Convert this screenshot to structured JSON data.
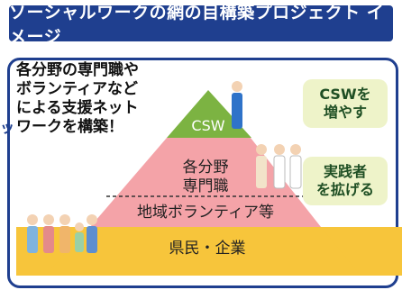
{
  "title": "ソーシャルワークの網の目構築プロジェクト イメージ",
  "intro_text": "各分野の専門職や\nボランティアなど\nによる支援ネット\nワークを構築！",
  "pyramid": {
    "tiers": [
      {
        "label": "CSW",
        "color": "#7cb342"
      },
      {
        "label": "各分野\n専門職",
        "color": "#f4a3a8"
      },
      {
        "label": "地域ボランティア等",
        "color": "#f4a3a8"
      },
      {
        "label": "県民・企業",
        "color": "#f7c53b"
      }
    ]
  },
  "callouts": [
    {
      "text": "CSWを\n増やす"
    },
    {
      "text": "実践者\nを拡げる"
    }
  ],
  "colors": {
    "banner": "#1f3f8f",
    "callout_bg": "#eef3c9",
    "callout_text": "#1f4f24",
    "panel_border": "#1f3f8f"
  }
}
